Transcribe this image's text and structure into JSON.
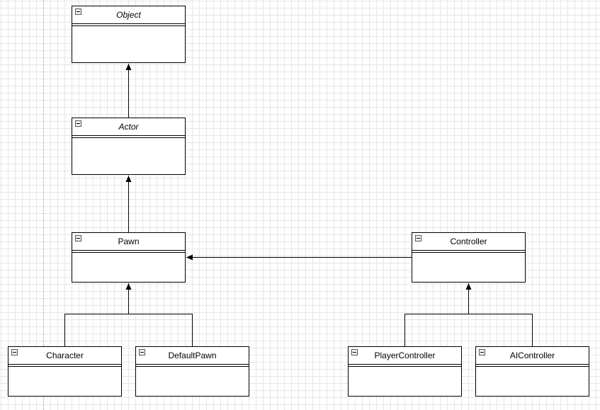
{
  "diagram": {
    "classes": [
      {
        "id": "object",
        "name": "Object",
        "italic": true
      },
      {
        "id": "actor",
        "name": "Actor",
        "italic": true
      },
      {
        "id": "pawn",
        "name": "Pawn",
        "italic": false
      },
      {
        "id": "controller",
        "name": "Controller",
        "italic": false
      },
      {
        "id": "character",
        "name": "Character",
        "italic": false
      },
      {
        "id": "defaultpawn",
        "name": "DefaultPawn",
        "italic": false
      },
      {
        "id": "playercontroller",
        "name": "PlayerController",
        "italic": false
      },
      {
        "id": "aicontroller",
        "name": "AIController",
        "italic": false
      }
    ],
    "relations": [
      {
        "from": "Actor",
        "to": "Object",
        "type": "inheritance"
      },
      {
        "from": "Pawn",
        "to": "Actor",
        "type": "inheritance"
      },
      {
        "from": "Character",
        "to": "Pawn",
        "type": "inheritance"
      },
      {
        "from": "DefaultPawn",
        "to": "Pawn",
        "type": "inheritance"
      },
      {
        "from": "Controller",
        "to": "Pawn",
        "type": "association"
      },
      {
        "from": "PlayerController",
        "to": "Controller",
        "type": "inheritance"
      },
      {
        "from": "AIController",
        "to": "Controller",
        "type": "inheritance"
      }
    ],
    "colors": {
      "line": "#000000",
      "grid": "#e6e6e6",
      "background": "#ffffff"
    }
  }
}
